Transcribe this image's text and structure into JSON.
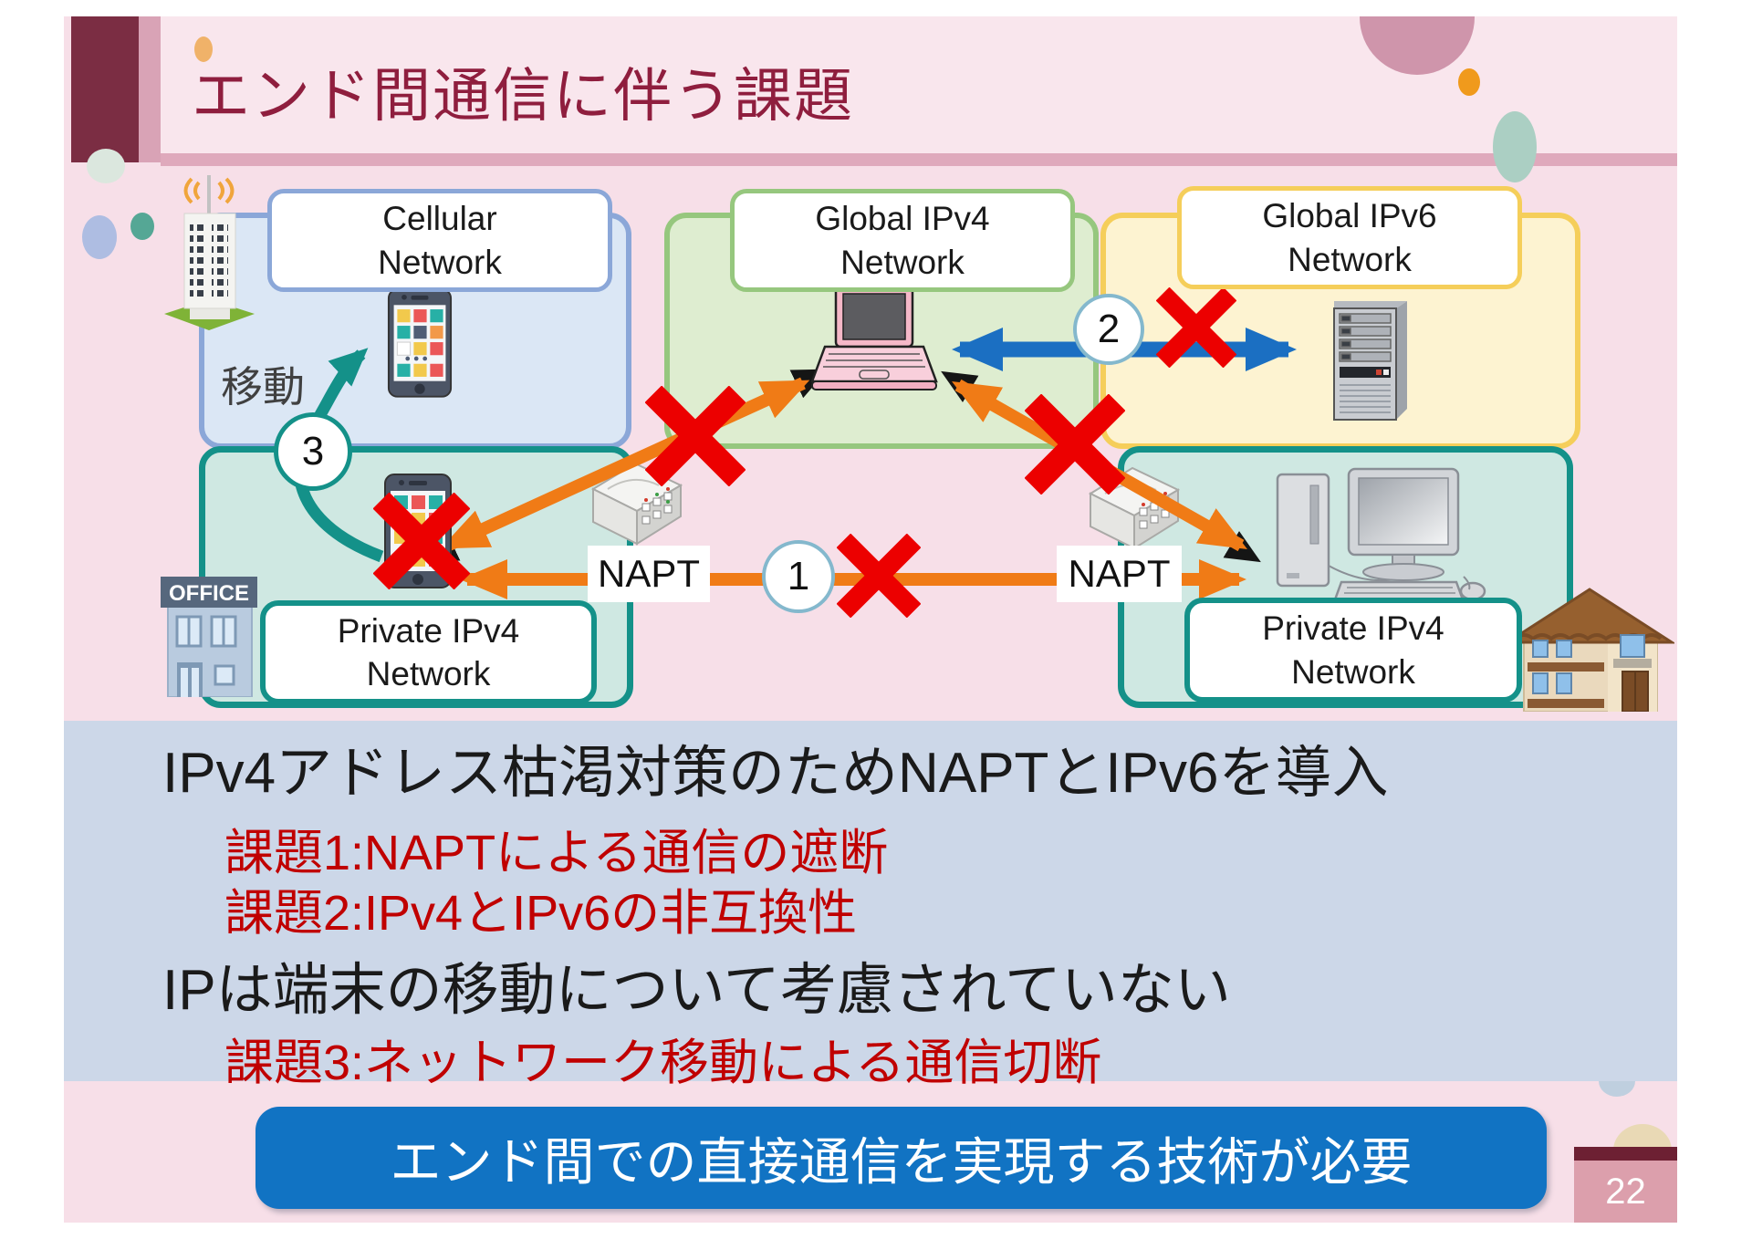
{
  "title": "エンド間通信に伴う課題",
  "page_number": "22",
  "banner_text": "エンド間での直接通信を実現する技術が必要",
  "diagram": {
    "networks": [
      {
        "id": "cellular",
        "label": "Cellular\nNetwork"
      },
      {
        "id": "global-ipv4",
        "label": "Global IPv4\nNetwork"
      },
      {
        "id": "global-ipv6",
        "label": "Global IPv6\nNetwork"
      },
      {
        "id": "private-ipv4-left",
        "label": "Private IPv4\nNetwork"
      },
      {
        "id": "private-ipv4-right",
        "label": "Private IPv4\nNetwork"
      }
    ],
    "napt_label_left": "NAPT",
    "napt_label_right": "NAPT",
    "move_label": "移動",
    "office_sign": "OFFICE",
    "markers": [
      {
        "number": "1",
        "meaning": "NAPTによる通信の遮断"
      },
      {
        "number": "2",
        "meaning": "IPv4とIPv6の非互換性"
      },
      {
        "number": "3",
        "meaning": "ネットワーク移動による通信切断"
      }
    ],
    "icons": [
      "cell-tower-icon",
      "smartphone-icon",
      "laptop-icon",
      "server-icon",
      "desktop-pc-icon",
      "router-icon",
      "office-building-icon",
      "house-icon",
      "cross-icon"
    ]
  },
  "body": {
    "lines": [
      {
        "text": "IPv4アドレス枯渇対策のためNAPTとIPv6を導入",
        "color": "#1a1a1a",
        "level": "main"
      },
      {
        "text": "課題1:NAPTによる通信の遮断",
        "color": "#c00000",
        "level": "sub"
      },
      {
        "text": "課題2:IPv4とIPv6の非互換性",
        "color": "#c00000",
        "level": "sub"
      },
      {
        "text": "IPは端末の移動について考慮されていない",
        "color": "#1a1a1a",
        "level": "main"
      },
      {
        "text": "課題3:ネットワーク移動による通信切断",
        "color": "#c00000",
        "level": "sub"
      }
    ]
  },
  "colors": {
    "slide_bg": "#f7dfe8",
    "title_bg": "#f9e6ed",
    "title_text": "#8f1e3e",
    "maroon_block": "#7b2d43",
    "pink_strip": "#d9a3b6",
    "body_band_bg": "#ccd7e8",
    "banner_blue": "#1173c3",
    "issue_red": "#c00000",
    "cross_red": "#ec0000",
    "arrow_orange": "#f07b16",
    "arrow_blue": "#1b6fc2",
    "teal": "#149189",
    "cellular_border": "#8ba7d8",
    "ipv4_border": "#96c77e",
    "ipv6_border": "#f5ce5a"
  }
}
